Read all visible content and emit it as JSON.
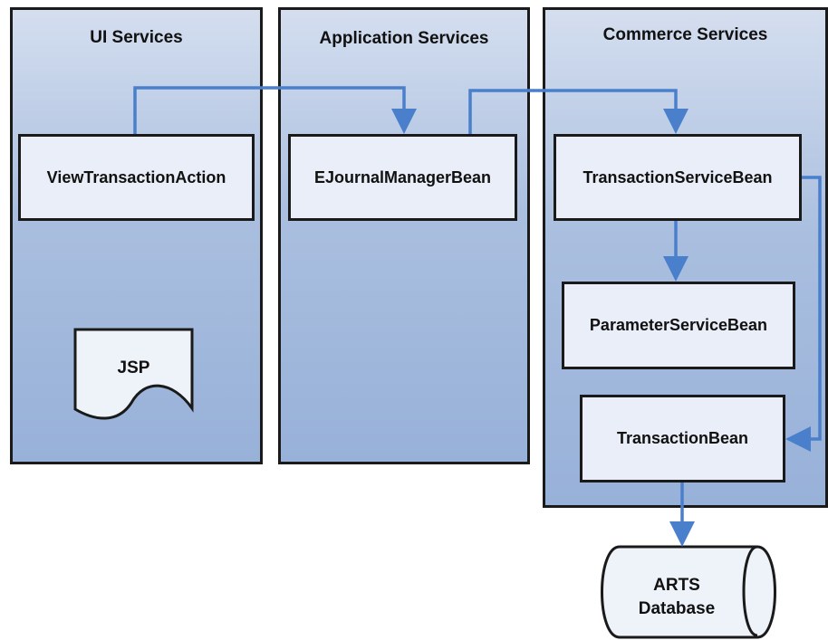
{
  "lanes": {
    "ui": "UI Services",
    "app": "Application Services",
    "commerce": "Commerce Services"
  },
  "components": {
    "view_transaction_action": "ViewTransactionAction",
    "ejournal_manager_bean": "EJournalManagerBean",
    "transaction_service_bean": "TransactionServiceBean",
    "parameter_service_bean": "ParameterServiceBean",
    "transaction_bean": "TransactionBean"
  },
  "document": {
    "label": "JSP"
  },
  "database": {
    "line1": "ARTS",
    "line2": "Database"
  },
  "colors": {
    "arrow": "#4a7fcb",
    "lane_fill": "#aabfdf",
    "box_fill": "#e9eef8",
    "border": "#1a1a1a"
  }
}
